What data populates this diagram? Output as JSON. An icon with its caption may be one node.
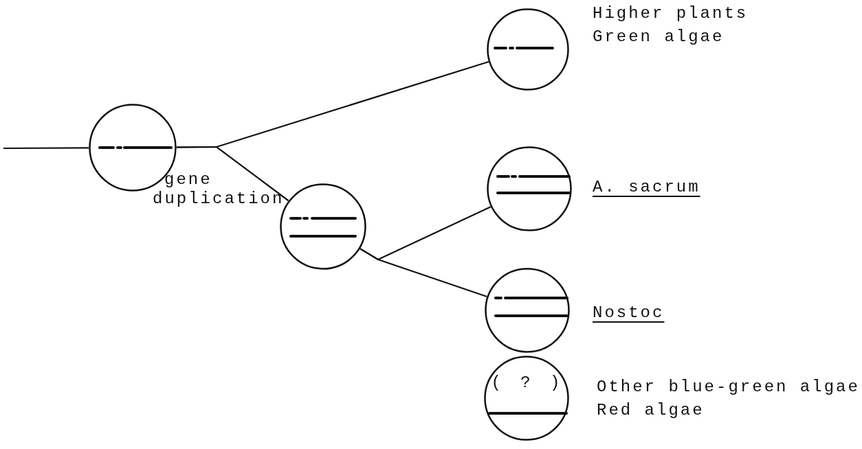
{
  "diagram": {
    "nodes": [
      {
        "text": [],
        "shape": "circle"
      },
      {
        "text": [],
        "shape": "circle",
        "beside": [
          "Higher plants",
          "Green algae"
        ]
      },
      {
        "text": [],
        "shape": "circle"
      },
      {
        "text": [],
        "shape": "circle",
        "beside": [
          "A. sacrum"
        ]
      },
      {
        "text": [],
        "shape": "circle",
        "beside": [
          "Nostoc"
        ]
      },
      {
        "text": [
          "( ? )"
        ],
        "beside": [
          "Other blue-green algae",
          "Red algae"
        ]
      }
    ],
    "edges": [
      {
        "from": null,
        "to": 0,
        "arrow": "none"
      },
      {
        "from": 0,
        "to": 1,
        "arrow": "none"
      },
      {
        "from": 0,
        "to": 2,
        "arrow": "none"
      },
      {
        "from": 2,
        "to": 3,
        "arrow": "none"
      },
      {
        "from": 2,
        "to": 4,
        "arrow": "none"
      }
    ],
    "labels": [
      "gene duplication"
    ]
  }
}
